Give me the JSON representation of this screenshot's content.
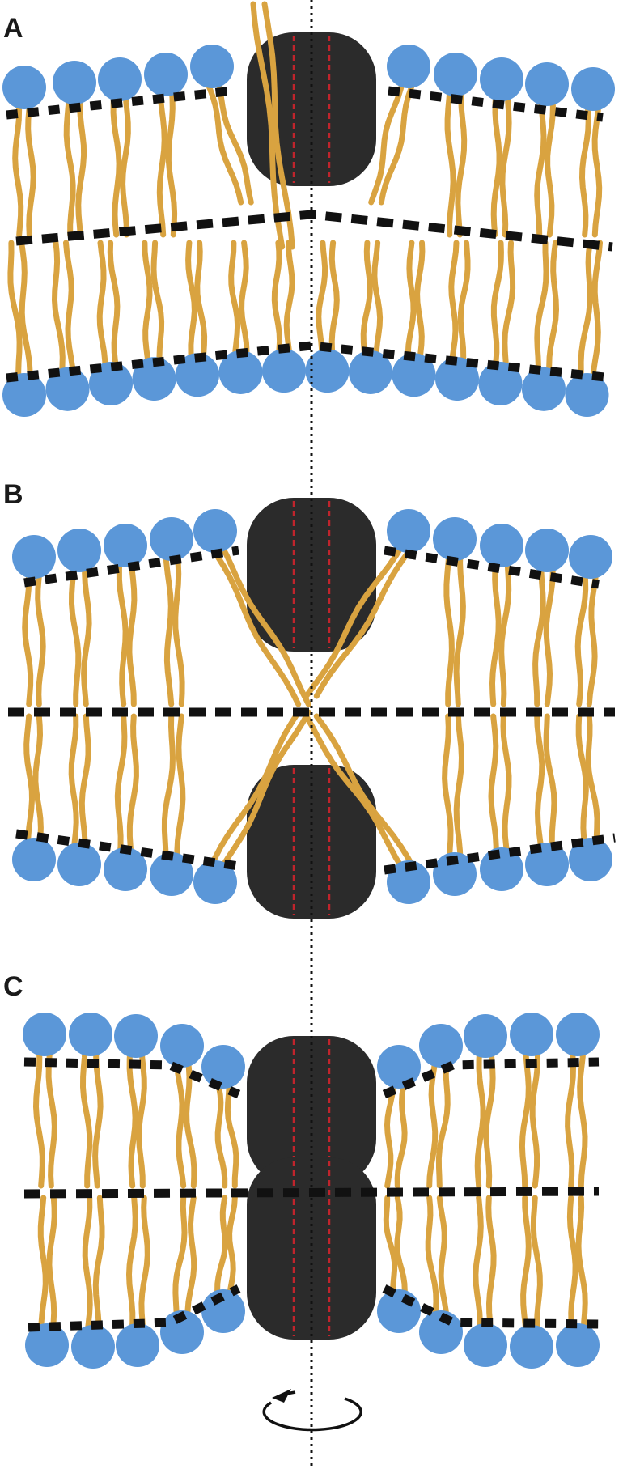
{
  "panels": [
    {
      "id": "A",
      "label": "A"
    },
    {
      "id": "B",
      "label": "B"
    },
    {
      "id": "C",
      "label": "C"
    }
  ],
  "colors": {
    "headgroup": "#5b97d8",
    "tail": "#d9a340",
    "protein": "#2b2b2b",
    "protein_axis": "#c0242c",
    "midplane": "#111111",
    "axis": "#111111"
  },
  "icons": {
    "rotation": "rotation-arrow-icon"
  }
}
